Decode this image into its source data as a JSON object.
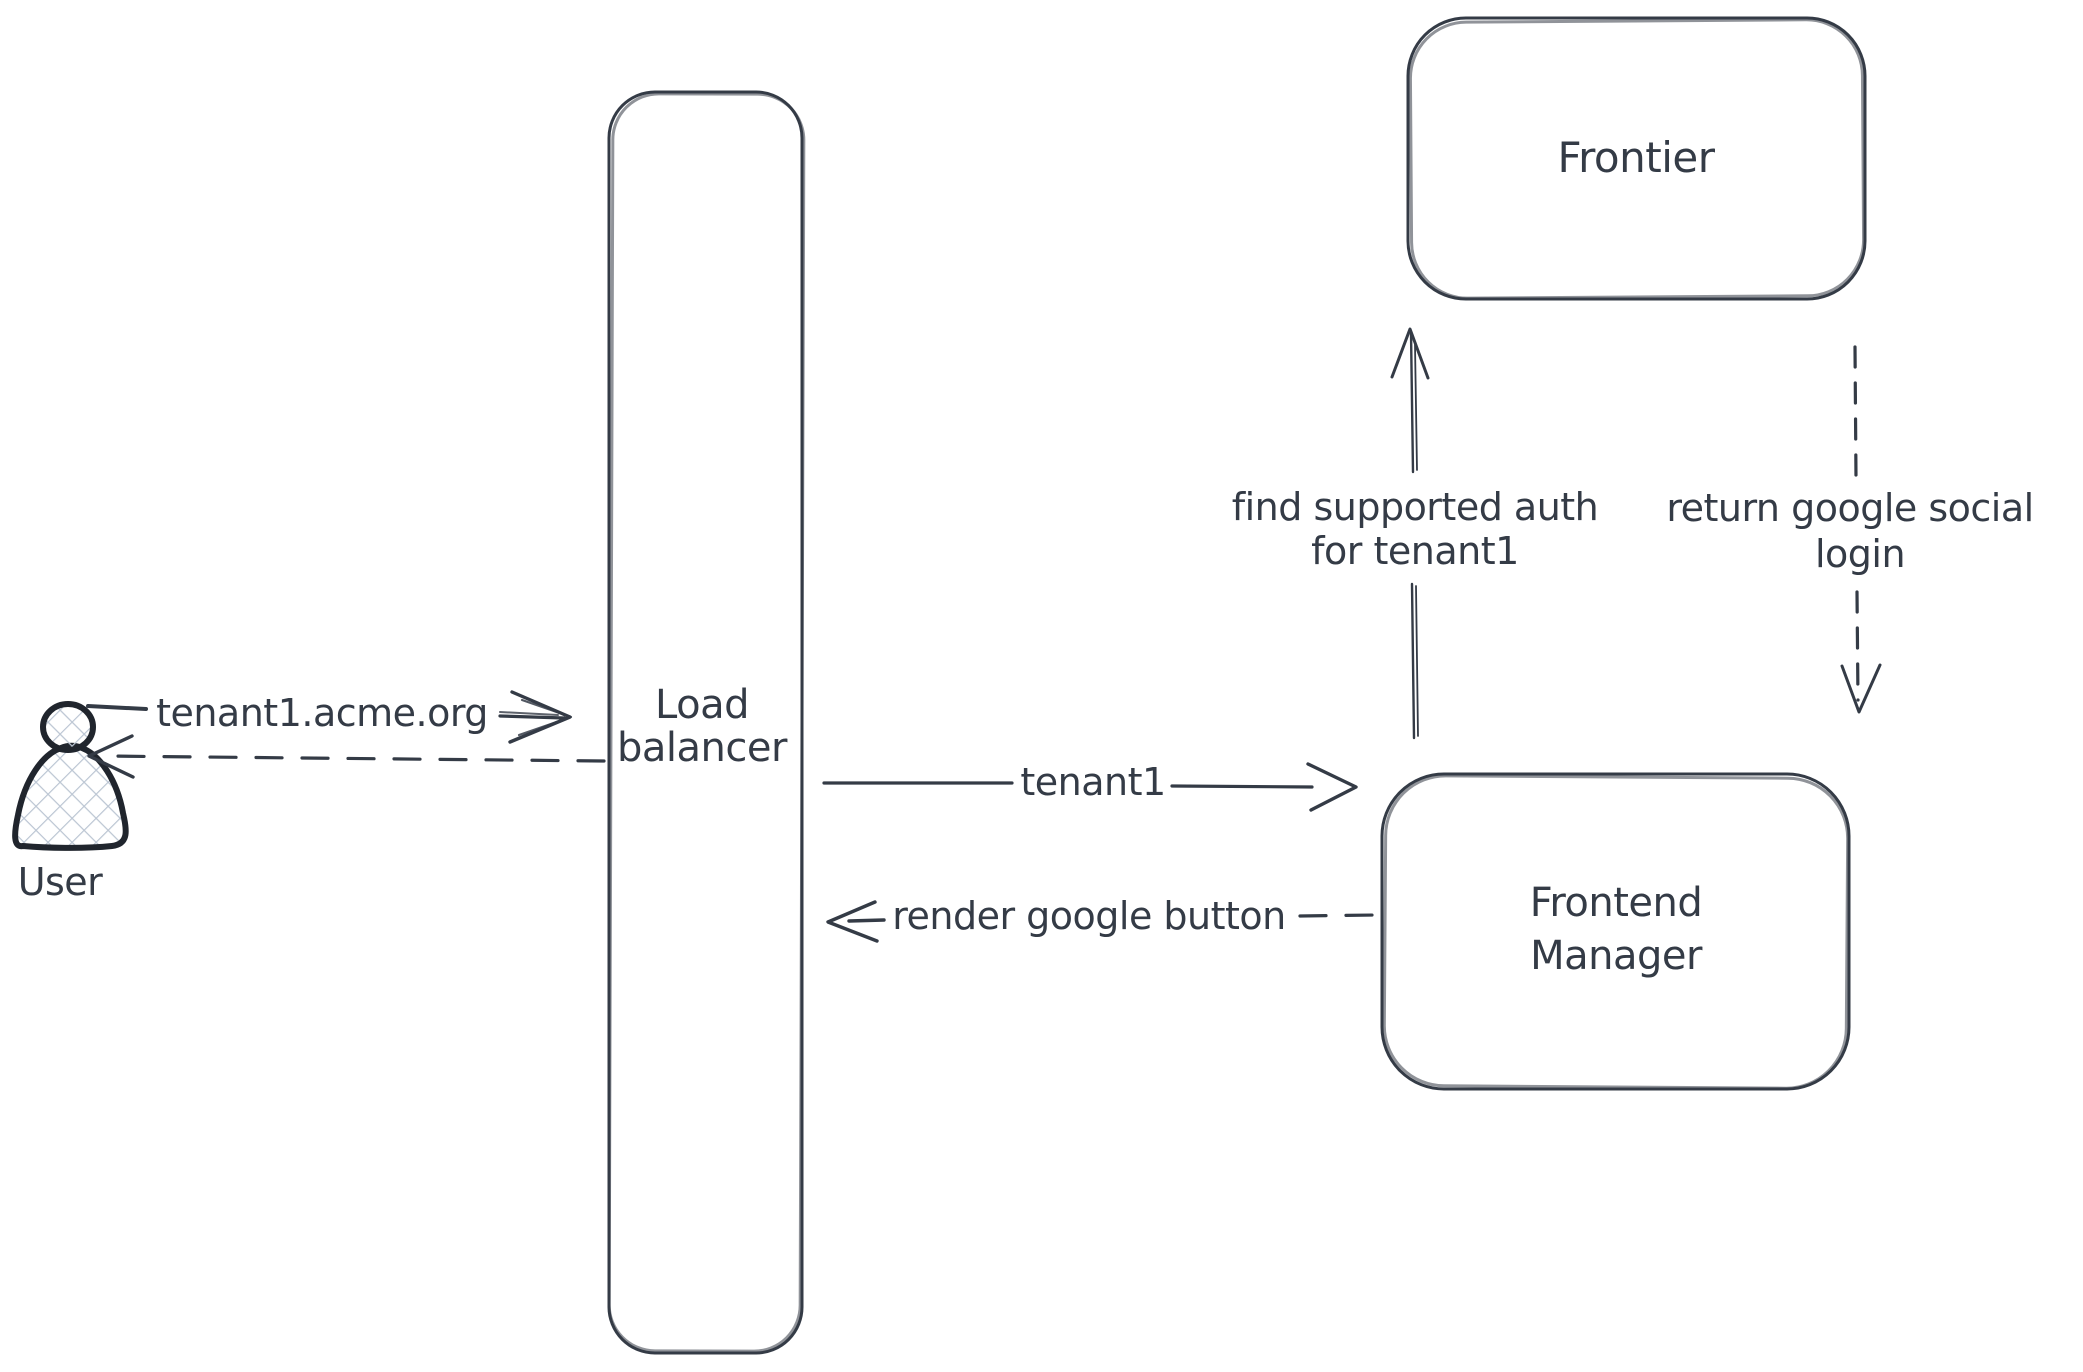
{
  "canvas": {
    "background": "#ffffff",
    "ink": "#343b46",
    "hatch": "#bcc6d3"
  },
  "actors": {
    "user": {
      "icon": "person-icon",
      "label": "User"
    }
  },
  "nodes": {
    "load_balancer": {
      "label": "Load balancer",
      "line1": "Load",
      "line2": "balancer"
    },
    "frontier": {
      "label": "Frontier"
    },
    "frontend_manager": {
      "label": "Frontend Manager",
      "line1": "Frontend",
      "line2": "Manager"
    }
  },
  "edges": {
    "user_to_load_balancer": {
      "from": "User",
      "to": "Load balancer",
      "style": "solid-arrow",
      "label": "tenant1.acme.org"
    },
    "load_balancer_to_user": {
      "from": "Load balancer",
      "to": "User",
      "style": "dashed-arrow",
      "label": ""
    },
    "load_balancer_to_frontend_manager": {
      "from": "Load balancer",
      "to": "Frontend Manager",
      "style": "solid-arrow",
      "label": "tenant1"
    },
    "frontend_manager_to_load_balancer": {
      "from": "Frontend Manager",
      "to": "Load balancer",
      "style": "dashed-arrow",
      "label": "render google button"
    },
    "frontend_manager_to_frontier": {
      "from": "Frontend Manager",
      "to": "Frontier",
      "style": "solid-arrow",
      "label": "find supported auth for tenant1",
      "line1": "find supported auth",
      "line2": "for tenant1"
    },
    "frontier_to_frontend_manager": {
      "from": "Frontier",
      "to": "Frontend Manager",
      "style": "dashed-arrow",
      "label": "return google social login",
      "line1": "return google social",
      "line2": "login"
    }
  }
}
